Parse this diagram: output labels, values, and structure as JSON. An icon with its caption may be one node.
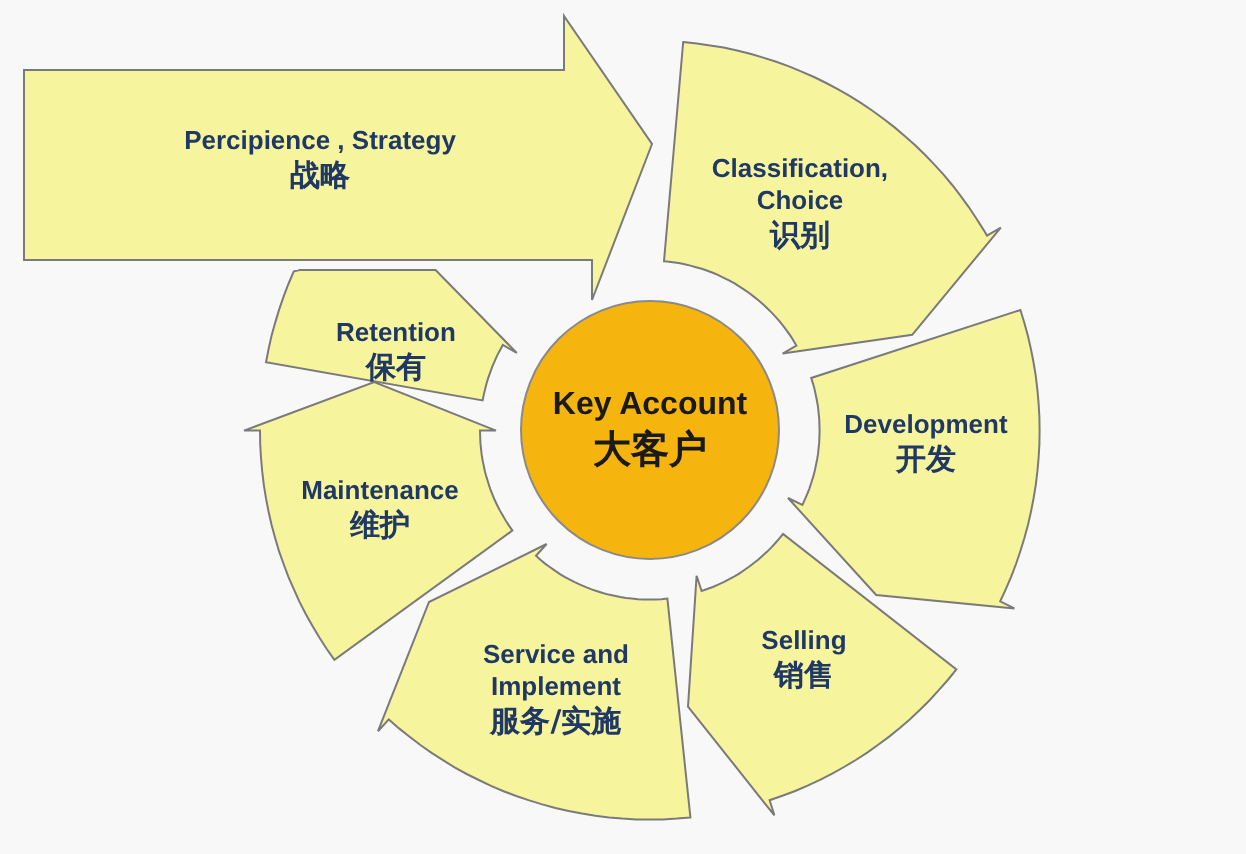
{
  "diagram": {
    "nodes": [
      {
        "text": [
          "Percipience , Strategy",
          "战略"
        ]
      },
      {
        "text": [
          "Classification, Choice",
          "识别"
        ]
      },
      {
        "text": [
          "Development",
          "开发"
        ]
      },
      {
        "text": [
          "Selling",
          "销售"
        ]
      },
      {
        "text": [
          "Service and Implement",
          "服务/实施"
        ]
      },
      {
        "text": [
          "Maintenance",
          "维护"
        ]
      },
      {
        "text": [
          "Retention",
          "保有"
        ]
      },
      {
        "text": [
          "Key Account",
          "大客户"
        ]
      }
    ]
  }
}
